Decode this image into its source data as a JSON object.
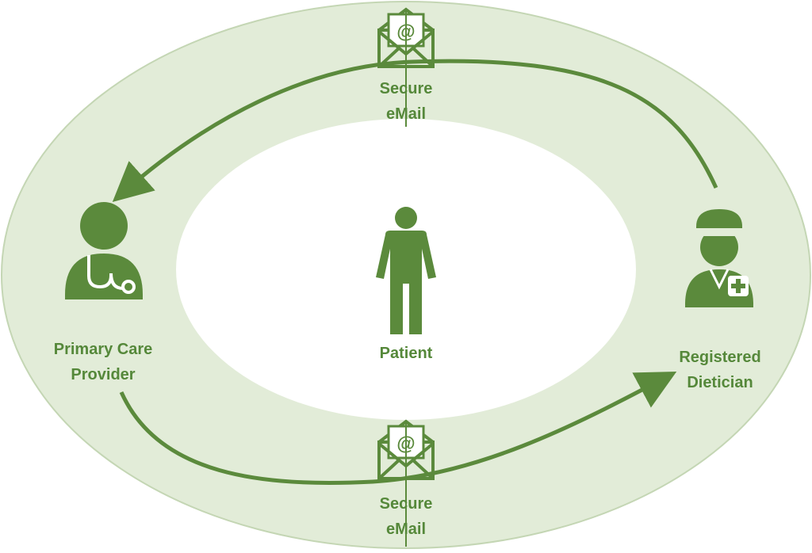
{
  "colors": {
    "ring_fill": "#e2ecd8",
    "ring_stroke": "#c4d6b4",
    "inner_fill": "#ffffff",
    "accent": "#5b8a3c",
    "label_text": "#55883a"
  },
  "nodes": {
    "patient": {
      "label": "Patient",
      "icon": "person-icon"
    },
    "primary_care": {
      "label_line1": "Primary Care",
      "label_line2": "Provider",
      "icon": "doctor-stethoscope-icon"
    },
    "dietician": {
      "label_line1": "Registered",
      "label_line2": "Dietician",
      "icon": "nurse-icon"
    }
  },
  "channels": {
    "top": {
      "label_line1": "Secure",
      "label_line2": "eMail",
      "icon": "secure-email-envelope-icon"
    },
    "bottom": {
      "label_line1": "Secure",
      "label_line2": "eMail",
      "icon": "secure-email-envelope-icon"
    }
  },
  "edges": [
    {
      "from": "dietician",
      "to": "primary_care",
      "via": "top"
    },
    {
      "from": "primary_care",
      "to": "dietician",
      "via": "bottom"
    }
  ]
}
